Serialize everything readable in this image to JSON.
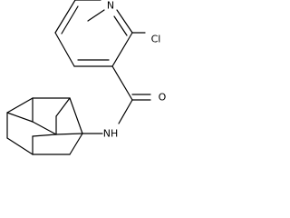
{
  "molecule": {
    "atoms": {
      "n_pyridine": "N",
      "chlorine": "Cl",
      "oxygen": "O",
      "amide_nh": "NH"
    }
  },
  "colors": {
    "bond": "#000000",
    "label": "#000000",
    "background": "#ffffff"
  }
}
